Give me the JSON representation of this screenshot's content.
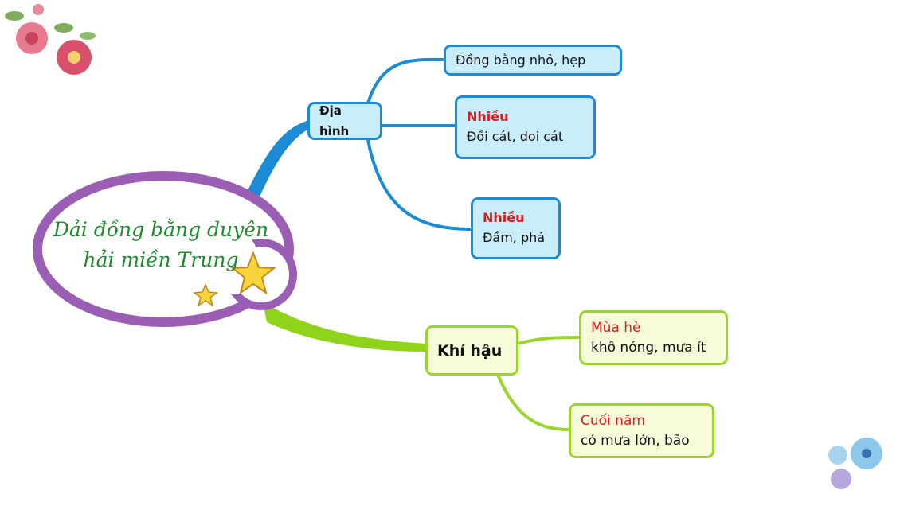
{
  "center": {
    "line1": "Dải đồng bằng duyên",
    "line2": "hải miền Trung"
  },
  "branches": [
    {
      "label": "Địa hình",
      "color": "#1b8bd3",
      "children": [
        {
          "highlight": "",
          "text": "Đồng bằng nhỏ, hẹp"
        },
        {
          "highlight": "Nhiều",
          "text": "Đồi cát, doi cát"
        },
        {
          "highlight": "Nhiều",
          "text": "Đầm, phá"
        }
      ]
    },
    {
      "label": "Khí hậu",
      "color": "#9bd42b",
      "children": [
        {
          "highlight": "Mùa hè",
          "text": "khô nóng, mưa ít"
        },
        {
          "highlight": "Cuối năm",
          "text": "có mưa lớn, bão"
        }
      ]
    }
  ],
  "colors": {
    "ellipse": "#9a5fb5",
    "title": "#1e8a2e",
    "highlight": "#e01b1b"
  }
}
